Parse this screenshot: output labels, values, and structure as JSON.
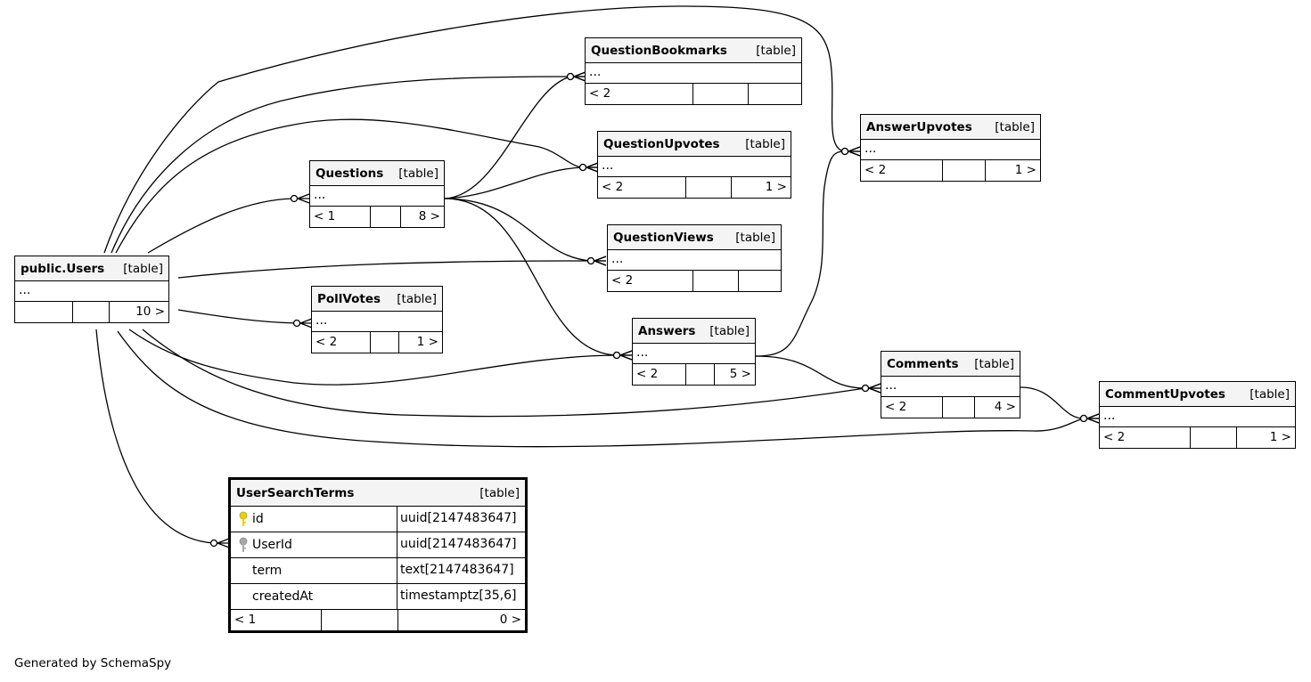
{
  "footer": "Generated by SchemaSpy",
  "colors": {
    "line": "#000000",
    "header_bg": "#f4f4f4",
    "primary_key": "#e8d200",
    "foreign_key": "#a8a8a8"
  },
  "tables": {
    "users": {
      "name": "public.Users",
      "kind": "[table]",
      "dots": "...",
      "parents": "",
      "children": "10 >"
    },
    "questions": {
      "name": "Questions",
      "kind": "[table]",
      "dots": "...",
      "parents": "< 1",
      "children": "8 >"
    },
    "pollvotes": {
      "name": "PollVotes",
      "kind": "[table]",
      "dots": "...",
      "parents": "< 2",
      "children": "1 >"
    },
    "qbookmarks": {
      "name": "QuestionBookmarks",
      "kind": "[table]",
      "dots": "...",
      "parents": "< 2",
      "children": ""
    },
    "qupvotes": {
      "name": "QuestionUpvotes",
      "kind": "[table]",
      "dots": "...",
      "parents": "< 2",
      "children": "1 >"
    },
    "qviews": {
      "name": "QuestionViews",
      "kind": "[table]",
      "dots": "...",
      "parents": "< 2",
      "children": ""
    },
    "answers": {
      "name": "Answers",
      "kind": "[table]",
      "dots": "...",
      "parents": "< 2",
      "children": "5 >"
    },
    "aupvotes": {
      "name": "AnswerUpvotes",
      "kind": "[table]",
      "dots": "...",
      "parents": "< 2",
      "children": "1 >"
    },
    "comments": {
      "name": "Comments",
      "kind": "[table]",
      "dots": "...",
      "parents": "< 2",
      "children": "4 >"
    },
    "cupvotes": {
      "name": "CommentUpvotes",
      "kind": "[table]",
      "dots": "...",
      "parents": "< 2",
      "children": "1 >"
    },
    "searchterms": {
      "name": "UserSearchTerms",
      "kind": "[table]",
      "parents": "< 1",
      "children": "0 >",
      "columns": [
        {
          "name": "id",
          "type": "uuid[2147483647]",
          "key": "primary-key-icon"
        },
        {
          "name": "UserId",
          "type": "uuid[2147483647]",
          "key": "foreign-key-icon"
        },
        {
          "name": "term",
          "type": "text[2147483647]",
          "key": ""
        },
        {
          "name": "createdAt",
          "type": "timestamptz[35,6]",
          "key": ""
        }
      ]
    }
  }
}
